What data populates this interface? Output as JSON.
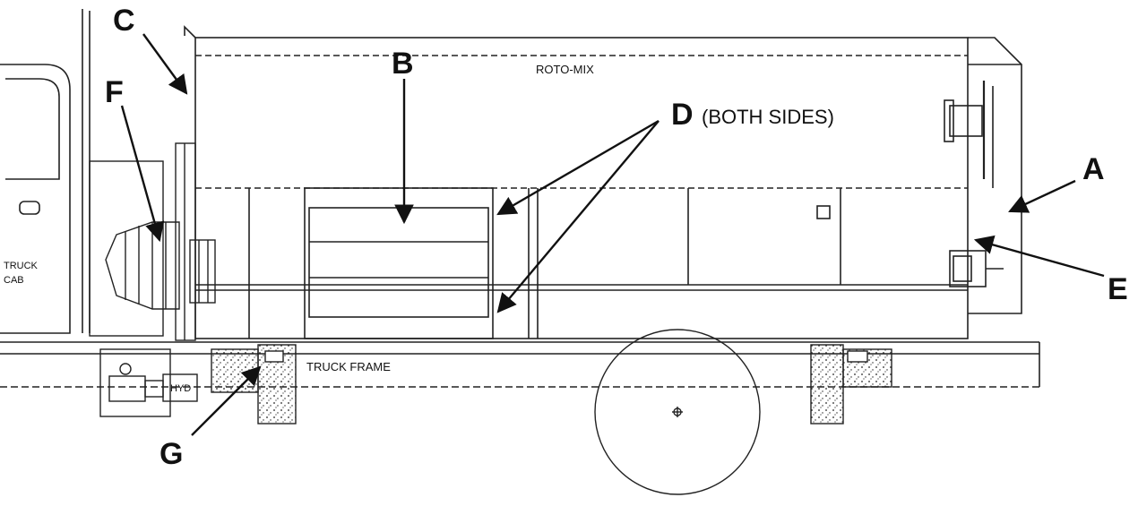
{
  "diagram": {
    "callouts": {
      "a": "A",
      "b": "B",
      "c": "C",
      "d": "D",
      "d_note": "(BOTH SIDES)",
      "e": "E",
      "f": "F",
      "g": "G"
    },
    "labels": {
      "roto_mix": "ROTO-MIX",
      "truck_frame": "TRUCK FRAME",
      "truck": "TRUCK",
      "cab": "CAB",
      "hyd": "HYD"
    }
  }
}
